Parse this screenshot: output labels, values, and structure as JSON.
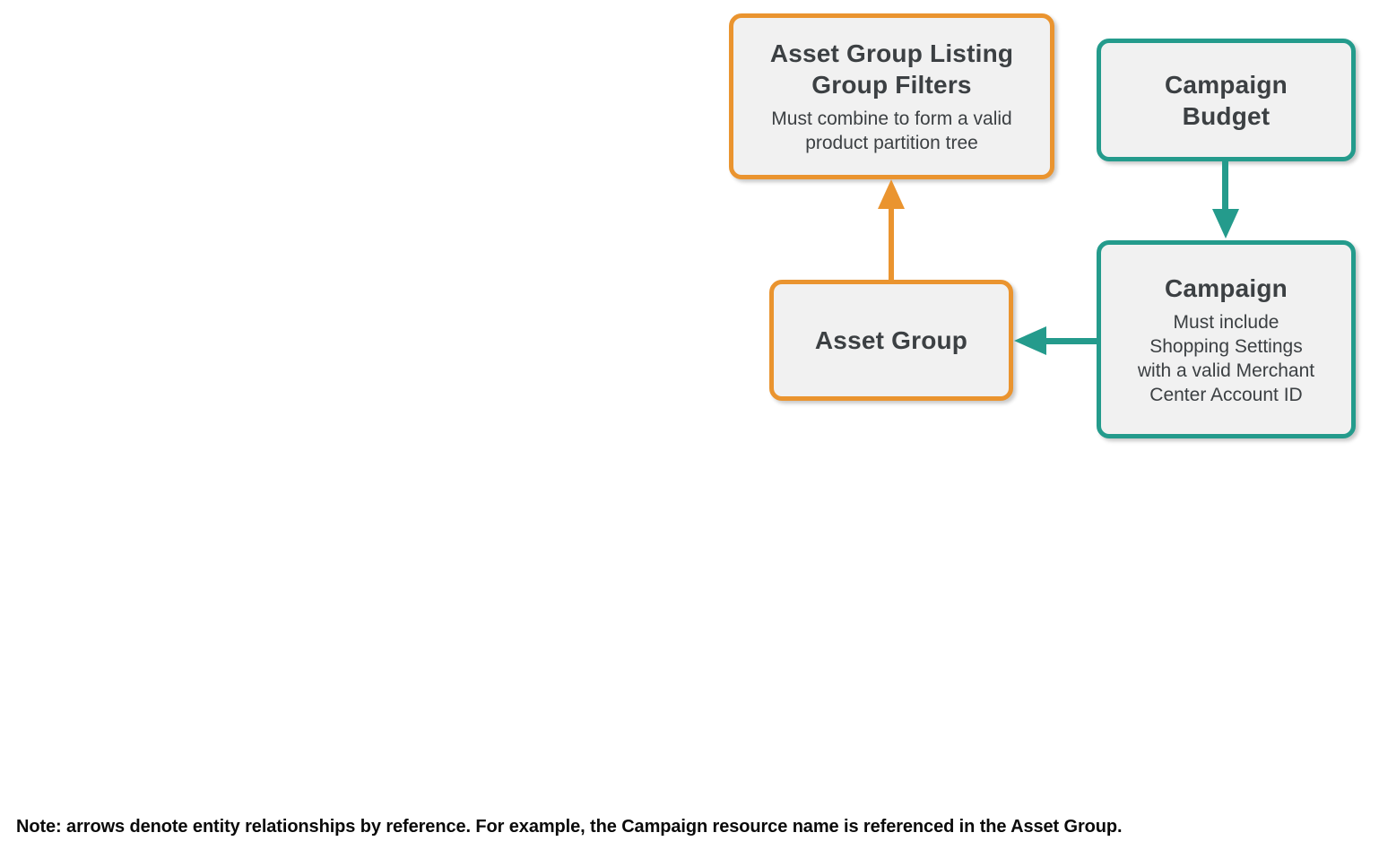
{
  "colors": {
    "orange": "#EA942F",
    "teal": "#249B8C",
    "box_fill": "#F1F1F1",
    "title_text": "#3C4043",
    "note_text": "#0A0A0A"
  },
  "diagram": {
    "listing_filters": {
      "title": "Asset Group Listing\nGroup Filters",
      "subtitle": "Must combine to form a valid\nproduct partition tree"
    },
    "campaign_budget": {
      "title": "Campaign\nBudget"
    },
    "asset_group": {
      "title": "Asset Group"
    },
    "campaign": {
      "title": "Campaign",
      "subtitle": "Must include\nShopping Settings\nwith a valid Merchant\nCenter Account ID"
    }
  },
  "note": "Note: arrows denote entity relationships by reference. For example, the Campaign resource name is referenced in the Asset Group."
}
